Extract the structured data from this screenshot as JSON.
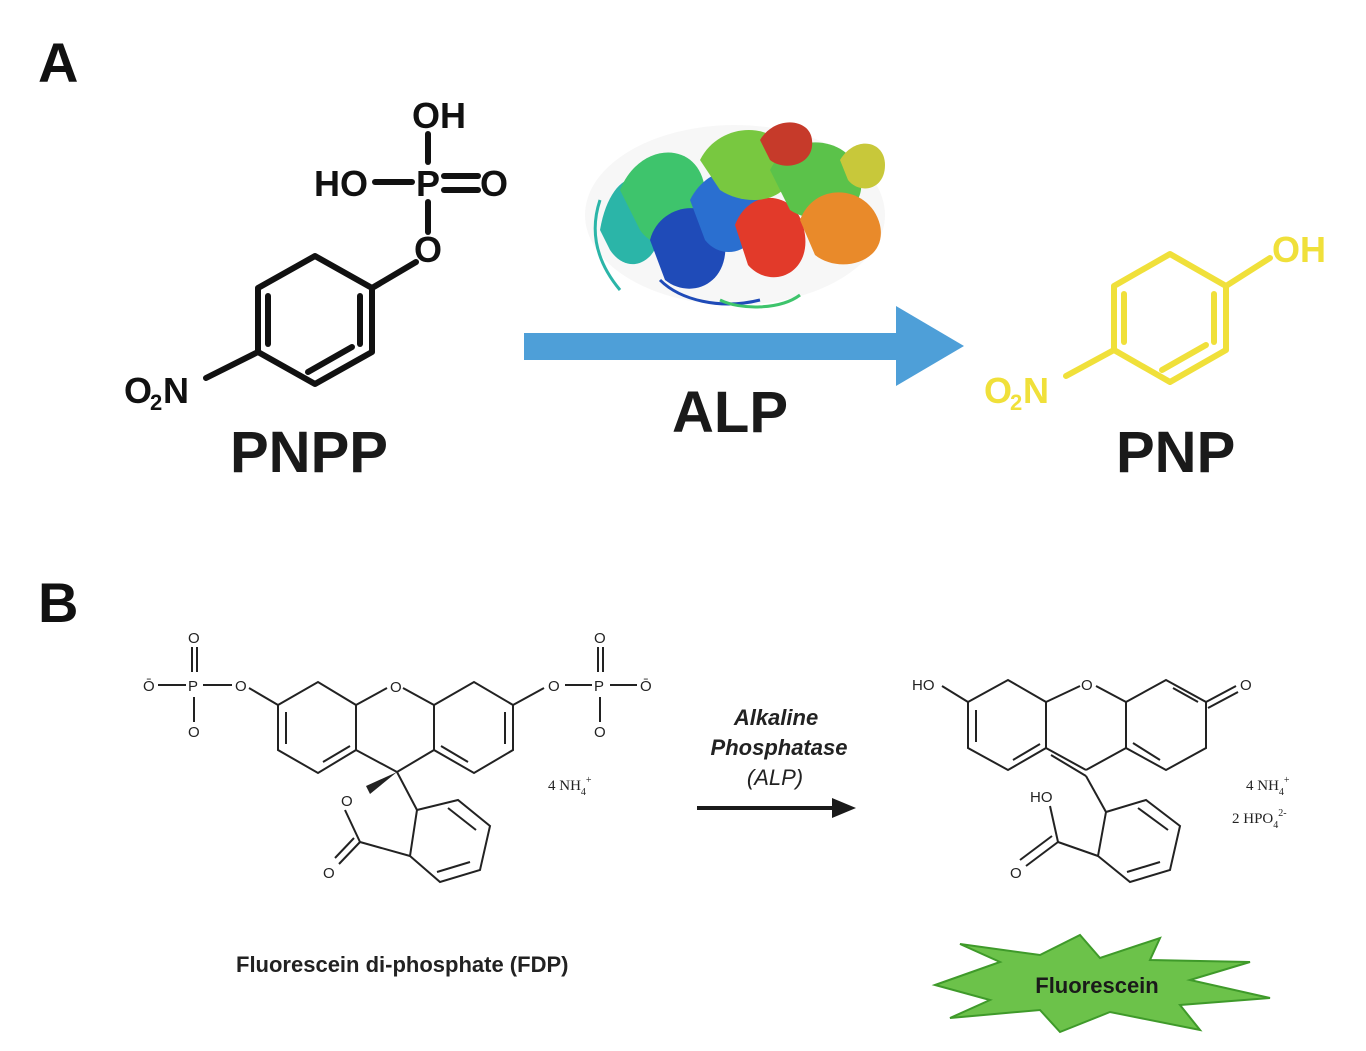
{
  "panel_a": {
    "letter": "A",
    "substrate": {
      "name": "PNPP",
      "atoms": {
        "oh_top": "OH",
        "ho_left": "HO",
        "p": "P",
        "o_double": "O",
        "o_ester": "O",
        "no2_o": "O",
        "no2_sub": "2",
        "no2_n": "N"
      }
    },
    "enzyme": "ALP",
    "product": {
      "name": "PNP",
      "atoms": {
        "oh": "OH",
        "no2_o": "O",
        "no2_sub": "2",
        "no2_n": "N"
      }
    },
    "colors": {
      "arrow": "#4e9fd8",
      "product": "#f0e03a",
      "black": "#111111"
    }
  },
  "panel_b": {
    "letter": "B",
    "substrate_caption": "Fluorescein di-phosphate (FDP)",
    "enzyme_line1": "Alkaline",
    "enzyme_line2": "Phosphatase",
    "enzyme_line3": "(ALP)",
    "product_caption": "Fluorescein",
    "counterion_left_main": "4 NH",
    "counterion_left_sub": "4",
    "counterion_left_sup": "+",
    "counterion_right1_main": "4 NH",
    "counterion_right1_sub": "4",
    "counterion_right1_sup": "+",
    "counterion_right2_main": "2 HPO",
    "counterion_right2_sub": "4",
    "counterion_right2_sup": "2-",
    "atoms": {
      "o": "O",
      "o_minus": "Ō",
      "p": "P",
      "ho": "HO"
    },
    "colors": {
      "burst": "#6cc24a",
      "burst_edge": "#3f9a2a"
    }
  }
}
